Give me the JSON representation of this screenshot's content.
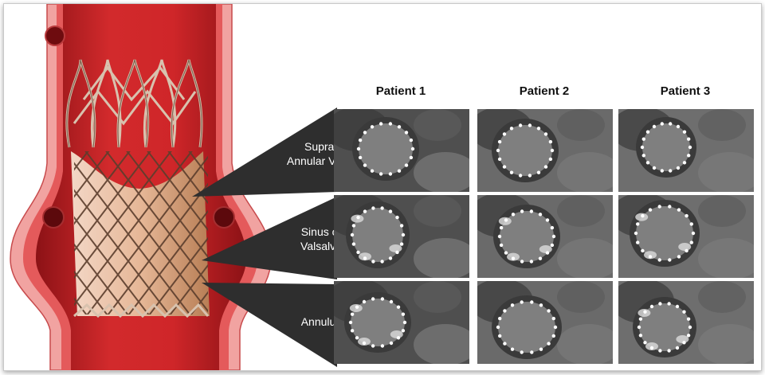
{
  "columns": [
    "Patient 1",
    "Patient 2",
    "Patient 3"
  ],
  "rows": [
    {
      "label_line1": "Supra-",
      "label_line2": "Annular Valve"
    },
    {
      "label_line1": "Sinus of",
      "label_line2": "Valsalva"
    },
    {
      "label_line1": "Annulus",
      "label_line2": ""
    }
  ],
  "colors": {
    "aorta_dark": "#9a1518",
    "aorta_mid": "#d4282b",
    "wall_light": "#f0a2a0",
    "wedge": "#2e2e2e",
    "scan_bg": "#5a5a5a"
  },
  "icons": {
    "valve": "transcatheter-valve-illustration",
    "scan": "ct-cross-section"
  }
}
